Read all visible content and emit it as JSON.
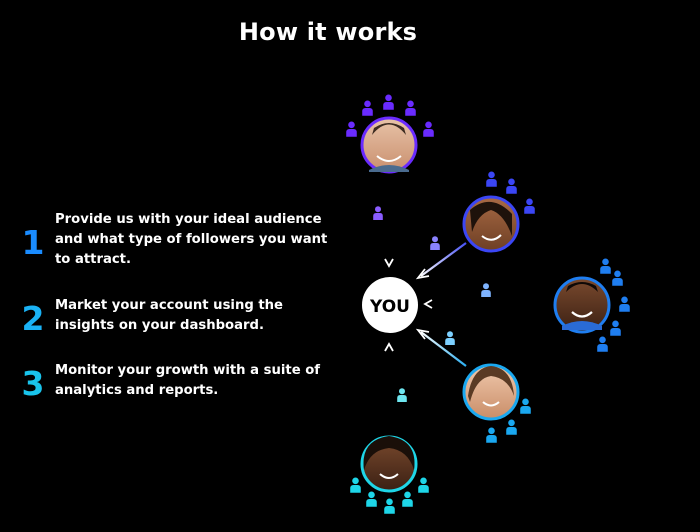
{
  "title": "How it works",
  "steps": [
    {
      "number": "1",
      "text": "Provide us with your ideal audience and what type of followers you want to attract.",
      "color": "#1a8cff"
    },
    {
      "number": "2",
      "text": "Market your account using the insights on your dashboard.",
      "color": "#1ab2f5"
    },
    {
      "number": "3",
      "text": "Monitor your growth with a suite of analytics and reports.",
      "color": "#19c4ec"
    }
  ],
  "center_label": "YOU",
  "colors": {
    "purple": "#6a2bff",
    "indigo": "#3b46f5",
    "blue": "#1f7ef0",
    "sky": "#1aa8f0",
    "cyan": "#1ed6e8"
  }
}
